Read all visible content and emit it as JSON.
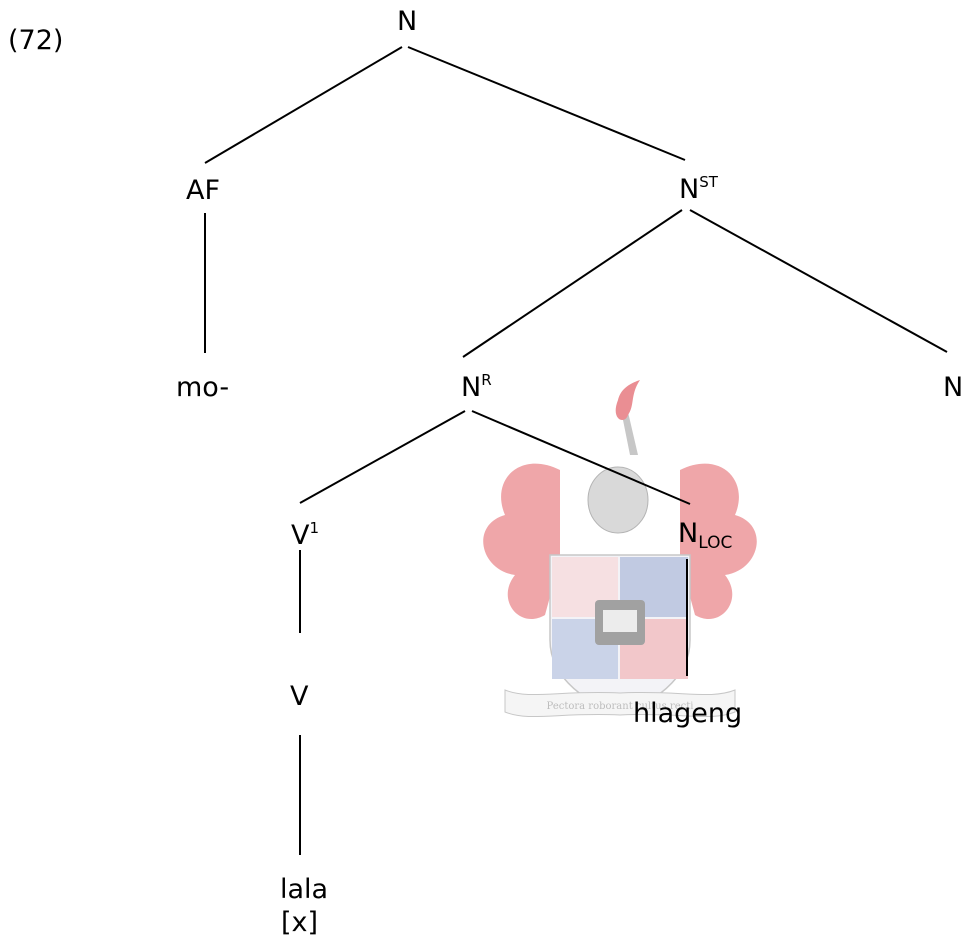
{
  "example_number": "(72)",
  "nodes": {
    "root": {
      "base": "N",
      "sup": ""
    },
    "af": {
      "base": "AF"
    },
    "n_st": {
      "base": "N",
      "sup": "ST"
    },
    "mo": {
      "text": "mo-"
    },
    "n_r": {
      "base": "N",
      "sup": "R"
    },
    "n_right": {
      "base": "N"
    },
    "v1": {
      "base": "V",
      "sup": "1"
    },
    "n_loc": {
      "base": "N",
      "sub": "LOC"
    },
    "v": {
      "base": "V"
    },
    "hlageng": {
      "text": "hlageng"
    },
    "lala": {
      "text": "lala"
    },
    "x": {
      "text": "[x]"
    }
  },
  "watermark": {
    "motto": "Pectora roborant cultus recti",
    "colors": {
      "red": "#d9333c",
      "blue": "#7d8fbf",
      "gray": "#9a9a9a",
      "dark": "#555555"
    }
  }
}
